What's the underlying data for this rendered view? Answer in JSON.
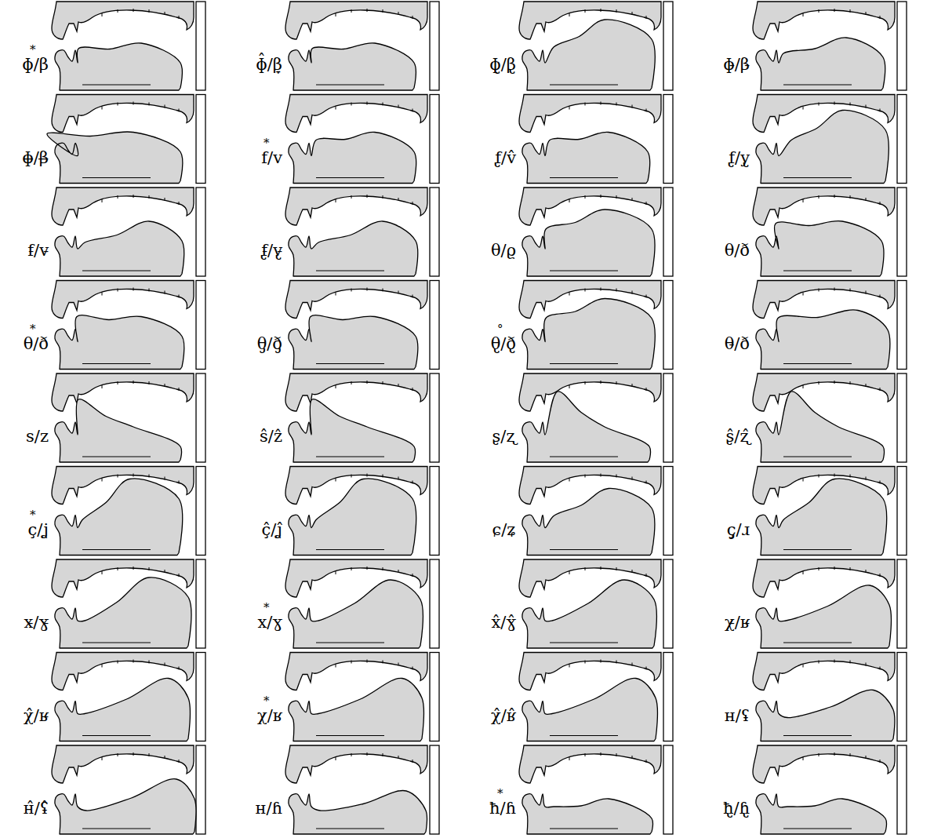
{
  "diagram": {
    "labels": [
      "*",
      "ɸ/β",
      "ɸ̂/β̞",
      "ɸ̢/β̢",
      "ɸ̵/β̵",
      "ɸ̶/β̶",
      "*",
      "f/v",
      "f̢/v̂",
      "f̢/y̢",
      "f̵/v̵",
      "f̵̢/v̵̢",
      "θ/ϱ",
      "θ/ð",
      "*",
      "θ/ð",
      "θ̡/ð̡",
      "°",
      "θ̢/ð̢",
      "θ̵/ð",
      "s/z",
      "ŝ/ẑ",
      "ʂ/ʐ",
      "ʂ̂/ʐ̂",
      "*",
      "ç/ʝ",
      "ç̂/ʝ̂",
      "ɕ/ʑ",
      "ç̡/ɹ",
      "x̵/ɣ̵",
      "*",
      "x/ɣ",
      "x̂/ɣ̂",
      "χ̵/ʁ̵",
      "χ̂/ʁ̵",
      "*",
      "χ/ʁ",
      "χ̂/ʁ̂",
      "ʜ/ʢ",
      "ʜ̂/ʢ̂",
      "ʜ/ɦ",
      "*",
      "ħ/ɦ",
      "ħ̢/ɦ̢"
    ]
  }
}
